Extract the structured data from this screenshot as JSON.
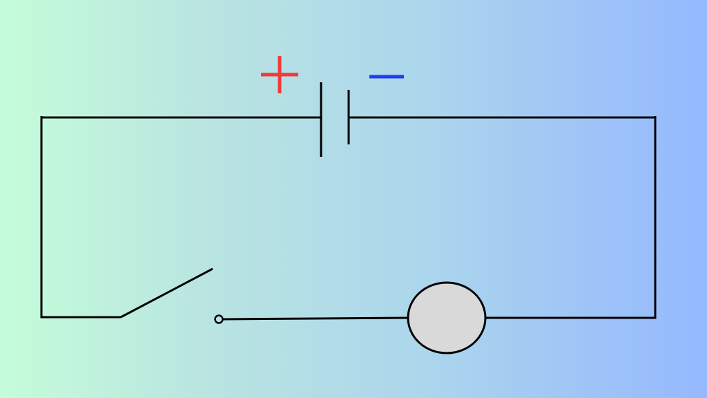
{
  "diagram": {
    "type": "electric-circuit",
    "components": [
      {
        "id": "battery",
        "kind": "cell"
      },
      {
        "id": "switch",
        "kind": "switch",
        "state": "open"
      },
      {
        "id": "bulb",
        "kind": "lamp"
      }
    ],
    "symbols": {
      "positive": "+",
      "negative": "−"
    }
  },
  "colors": {
    "background_left": "#c5fdd9",
    "background_right": "#95b9ff",
    "wire": "#000000",
    "positive": "#f03a3a",
    "negative": "#1f3ef0",
    "bulb_fill": "#d9d9d9",
    "bulb_stroke": "#000000"
  }
}
